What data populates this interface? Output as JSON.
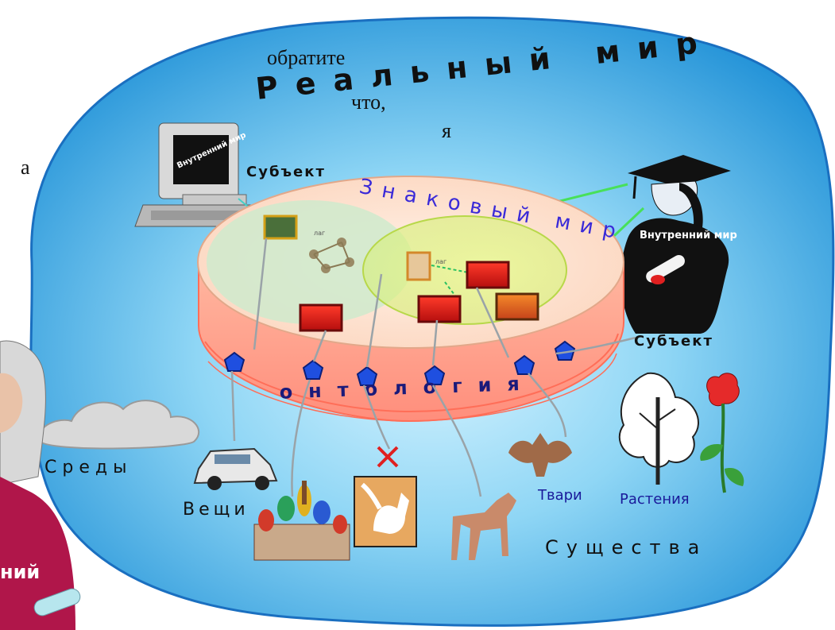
{
  "side_text": [
    "обратите",
    "что,",
    "я",
    "а"
  ],
  "real_world_title": "Реальный мир",
  "sign_world_title": "Знаковый мир",
  "ontology_label": "онтология",
  "subject_left_label": "Субъект",
  "subject_right_label": "Субъект",
  "inner_world_screen": "Внутренний мир",
  "inner_world_robe": "Внутренний мир",
  "bottom_left_label": "ний",
  "categories": {
    "environments": "Среды",
    "things": "Вещи",
    "creatures": "Существа",
    "animals": "Твари",
    "plants": "Растения"
  },
  "map_labels": [
    "лаг",
    "лаг"
  ],
  "colors": {
    "real_world_fill": "#3aa9e0",
    "sign_disk_top": "#fde2cf",
    "sign_disk_side": "#ffb59a",
    "ontology_band": "#ff9a9a",
    "pentagon": "#1f4fe0",
    "sign_frame": "#c71c1c"
  }
}
